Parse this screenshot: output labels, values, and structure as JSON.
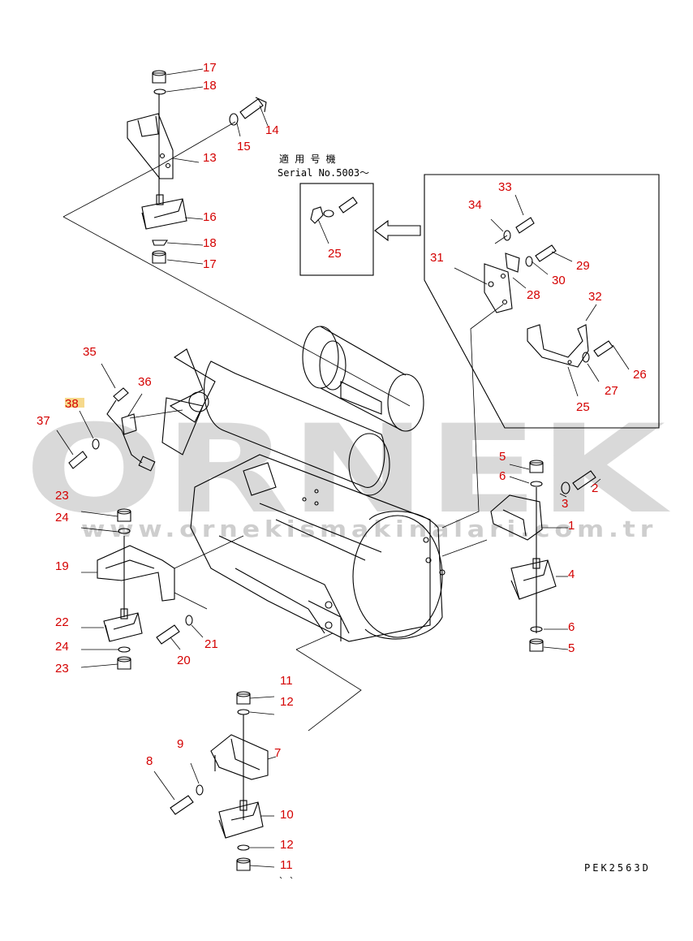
{
  "serial_note": {
    "line1": "適 用 号 機",
    "line2": "Serial No.5003～"
  },
  "drawing_code": "PEK2563D",
  "watermark": {
    "brand": "ORNEK",
    "url": "www.ornekismakinalari.com.tr",
    "color": "#9e9e9e"
  },
  "accent_color": "#d40000",
  "callouts": {
    "c17a": "17",
    "c18a": "18",
    "c15": "15",
    "c14": "14",
    "c13": "13",
    "c16": "16",
    "c18b": "18",
    "c17b": "17",
    "c33": "33",
    "c34": "34",
    "c31": "31",
    "c29": "29",
    "c30": "30",
    "c28": "28",
    "c32": "32",
    "c26": "26",
    "c27": "27",
    "c25a": "25",
    "c25b": "25",
    "c35": "35",
    "c36": "36",
    "c38": "38",
    "c37": "37",
    "c5a": "5",
    "c6a": "6",
    "c2": "2",
    "c3": "3",
    "c1": "1",
    "c4": "4",
    "c6b": "6",
    "c5b": "5",
    "c23a": "23",
    "c24a": "24",
    "c19": "19",
    "c22": "22",
    "c24b": "24",
    "c23b": "23",
    "c20": "20",
    "c21": "21",
    "c11a": "11",
    "c12a": "12",
    "c9": "9",
    "c8": "8",
    "c7": "7",
    "c10": "10",
    "c12b": "12",
    "c11b": "11"
  }
}
